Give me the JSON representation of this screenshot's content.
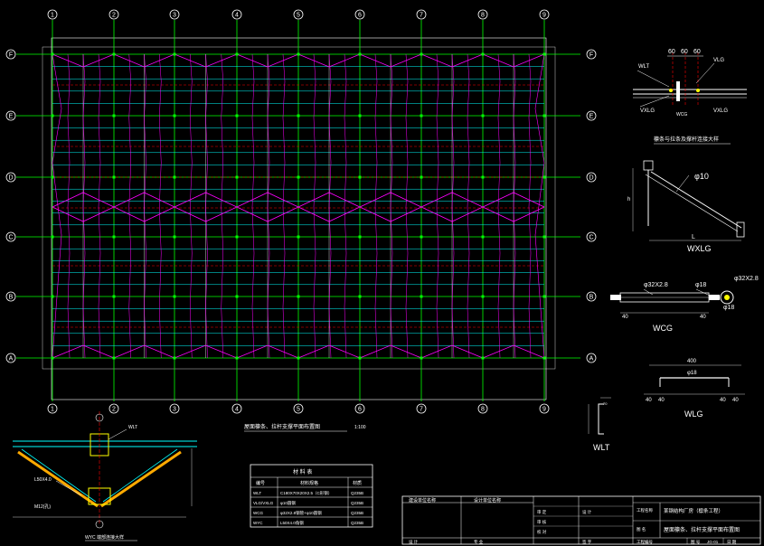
{
  "colors": {
    "background": "#000000",
    "axis_grid": "#00ff00",
    "purlin": "#00ffff",
    "bracing": "#ff00ff",
    "tie_rod": "#ff0000",
    "text": "#ffffff",
    "dimension": "#ffffff",
    "accent": "#ffff00"
  },
  "plan": {
    "column_axes": [
      "1",
      "2",
      "3",
      "4",
      "5",
      "6",
      "7",
      "8",
      "9"
    ],
    "row_axes": [
      "F",
      "E",
      "D",
      "C",
      "B",
      "A"
    ],
    "caption": "屋面檩条、拉杆支撑平面布置图",
    "scale": "1:100"
  },
  "detail_top": {
    "dims": [
      "60",
      "60",
      "60"
    ],
    "labels": {
      "wlt": "WLT",
      "vlg": "VLG",
      "vxlg": "VXLG",
      "wcg": "WCG",
      "vxlg2": "VXLG"
    },
    "caption": "檩条与拉条及撑杆连接大样"
  },
  "detail_wxlg": {
    "dia": "φ10",
    "name": "WXLG",
    "dim_h": "h",
    "dim_l": "L"
  },
  "detail_wcg": {
    "pipe": "φ32X2.8",
    "bar": "φ18",
    "pipe2": "φ32X2.8",
    "bar2": "φ18",
    "dim1": "40",
    "dim2": "40",
    "name": "WCG"
  },
  "detail_wlg": {
    "bar": "φ18",
    "dim_top": "400",
    "dims": [
      "40",
      "40",
      "40",
      "40"
    ],
    "name": "WLG"
  },
  "detail_wlt": {
    "name": "WLT",
    "dim": "70"
  },
  "detail_wyc": {
    "labels": {
      "wlt": "WLT",
      "l50": "L50X4.0",
      "m": "M12(孔)"
    },
    "caption": "WYC 端部连接大样"
  },
  "material_table": {
    "title": "材 料 表",
    "headers": [
      "编号",
      "材料规格",
      "材质"
    ],
    "rows": [
      [
        "WLT",
        "C180X70X20X2.5（C形钢）",
        "Q235B"
      ],
      [
        "VLG/VXLG",
        "φ10圆钢",
        "Q235B"
      ],
      [
        "WCG",
        "φ32X2.8钢管+φ10圆钢",
        "Q235B"
      ],
      [
        "WYC",
        "L50X4.0角钢",
        "Q235B"
      ]
    ]
  },
  "title_block": {
    "col1_head": "建设单位名称",
    "col2_head": "设计单位名称",
    "project_label": "工程名称",
    "project": "某钢结构厂房（檩条工程）",
    "drawing_label": "图 名",
    "drawing": "屋面檩条、拉杆支撑平面布置图",
    "row_labels": [
      "审 定",
      "审 核",
      "校 对",
      "设 计"
    ],
    "bottom": [
      "工程编号",
      "图 号",
      "日 期"
    ],
    "bottom_vals": [
      "",
      "JG-01",
      ""
    ],
    "sign": "签 字",
    "footer_left": "设 计",
    "footer_mid": "专 业"
  }
}
